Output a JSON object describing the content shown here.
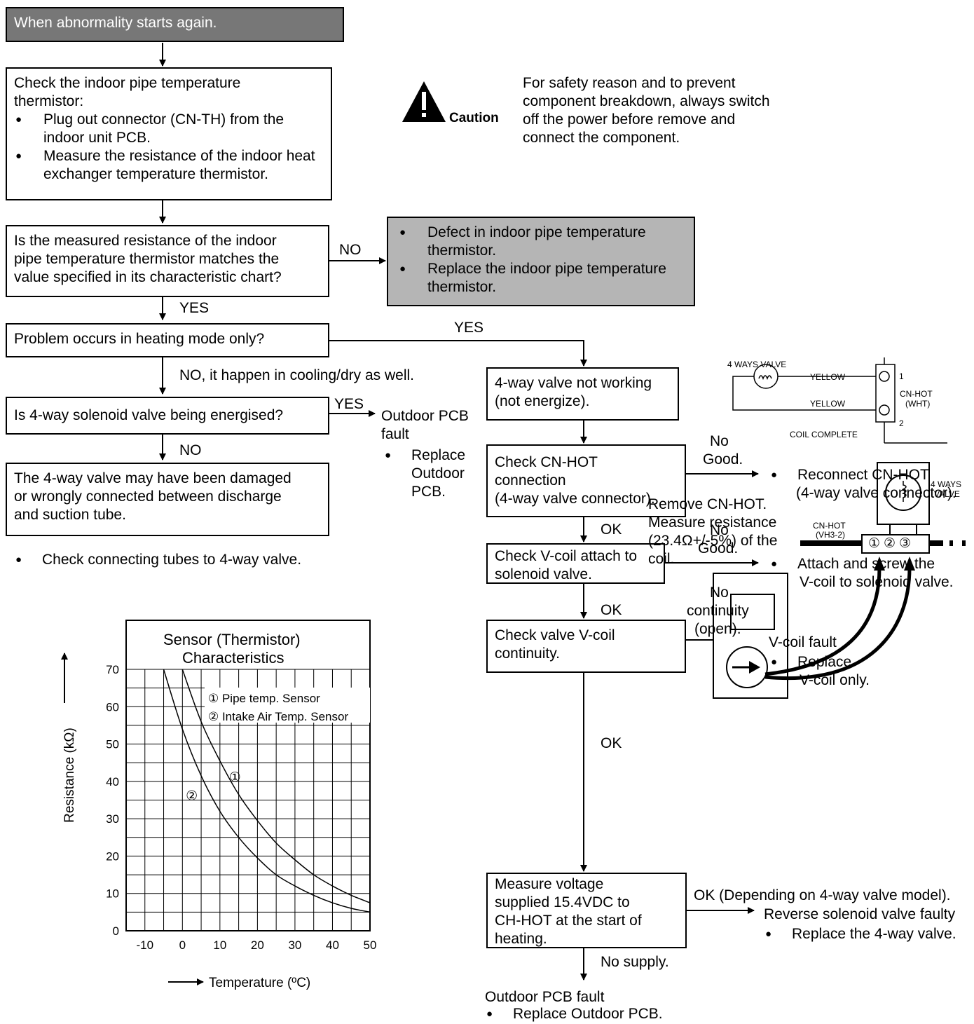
{
  "start": "When abnormality starts again.",
  "check_thermistor": {
    "title_l1": "Check the indoor pipe temperature",
    "title_l2": "thermistor:",
    "b1": "Plug out connector (CN-TH) from the indoor unit PCB.",
    "b2": "Measure the resistance of the indoor heat exchanger temperature thermistor."
  },
  "caution": {
    "label": "Caution",
    "l1": "For safety reason and to prevent",
    "l2": "component breakdown, always switch",
    "l3": "off the power before remove and",
    "l4": "connect the component."
  },
  "q_resistance": {
    "l1": "Is the measured resistance of the indoor",
    "l2": "pipe temperature thermistor matches the",
    "l3": "value specified in its characteristic chart?"
  },
  "defect_box": {
    "b1": "Defect in indoor pipe temperature thermistor.",
    "b2": "Replace the indoor pipe temperature thermistor."
  },
  "q_heating": "Problem occurs in heating mode only?",
  "q_energised": "Is 4-way solenoid valve being energised?",
  "damaged_box": {
    "l1": "The 4-way valve may have been damaged",
    "l2": "or wrongly connected between discharge",
    "l3": "and suction tube."
  },
  "check_tubes": "Check connecting tubes to 4-way valve.",
  "outdoor_fault_1": {
    "l1": "Outdoor PCB",
    "l2": "fault",
    "b1_l1": "Replace",
    "b1_l2": "Outdoor",
    "b1_l3": "PCB."
  },
  "labels": {
    "no": "NO",
    "yes": "YES",
    "no_cooling": "NO, it happen in cooling/dry as well.",
    "ok": "OK",
    "no_good_1": "No",
    "no_good_2": "Good.",
    "no_cont_1": "No",
    "no_cont_2": "continuity",
    "no_cont_3": "(open).",
    "no_supply": "No supply."
  },
  "valve_not_working": {
    "l1": "4-way valve not working",
    "l2": "(not energize)."
  },
  "check_cnhot": {
    "l1": "Check CN-HOT",
    "l2": "connection",
    "l3": "(4-way valve connector)."
  },
  "reconnect": {
    "l1": "Reconnect CN-HOT",
    "l2": "(4-way valve connector)."
  },
  "check_vcoil_attach": {
    "l1": "Check V-coil attach to",
    "l2": "solenoid valve."
  },
  "attach_screw": {
    "l1": "Attach and screw the",
    "l2": "V-coil to solenoid valve."
  },
  "check_continuity": {
    "l1": "Check valve V-coil",
    "l2": "continuity."
  },
  "vcoil_fault": {
    "l1": "V-coil fault",
    "b1_l1": "Replace",
    "b1_l2": "V-coil only."
  },
  "remove_cnhot": {
    "l1": "Remove CN-HOT.",
    "l2": "Measure resistance",
    "l3": "(23.4Ω+/-5%) of the",
    "l4": "coil."
  },
  "measure_voltage": {
    "l1": "Measure voltage",
    "l2": "supplied 15.4VDC to",
    "l3": "CH-HOT at the start of",
    "l4": "heating."
  },
  "ok_depending": "OK (Depending on 4-way valve model).",
  "reverse_faulty": "Reverse solenoid valve faulty",
  "replace_valve": "Replace the 4-way valve.",
  "outdoor_fault_2": {
    "l1": "Outdoor PCB fault",
    "b1": "Replace Outdoor PCB."
  },
  "wiring": {
    "valve": "4 WAYS VALVE",
    "yellow1": "YELLOW",
    "yellow2": "YELLOW",
    "pin1": "1",
    "pin2": "2",
    "cnhot": "CN-HOT",
    "wht": "(WHT)",
    "coil": "COIL COMPLETE"
  },
  "meter": {
    "valve_l1": "4 WAYS",
    "valve_l2": "VALVE",
    "cn_l1": "CN-HOT",
    "cn_l2": "(VH3-2)",
    "p1": "①",
    "p2": "②",
    "p3": "③"
  },
  "chart_data": {
    "type": "line",
    "title_l1": "Sensor (Thermistor)",
    "title_l2": "Characteristics",
    "xlabel": "Temperature (ºC)",
    "ylabel": "Resistance (kΩ)",
    "xlim": [
      -15,
      50
    ],
    "ylim": [
      0,
      70
    ],
    "x_ticks": [
      "-10",
      "0",
      "10",
      "20",
      "30",
      "40",
      "50"
    ],
    "y_ticks": [
      "0",
      "10",
      "20",
      "30",
      "40",
      "50",
      "60",
      "70"
    ],
    "legend": [
      "① Pipe temp. Sensor",
      "② Intake Air Temp. Sensor"
    ],
    "series": [
      {
        "name": "① Pipe temp. Sensor",
        "marker": "①",
        "x": [
          0,
          5,
          10,
          15,
          20,
          25,
          30,
          35,
          40,
          45,
          50
        ],
        "values": [
          70,
          56,
          45.5,
          36.5,
          29.5,
          23.5,
          19,
          15,
          12,
          9.5,
          7.5
        ]
      },
      {
        "name": "② Intake Air Temp. Sensor",
        "marker": "②",
        "x": [
          -5,
          0,
          5,
          10,
          15,
          20,
          25,
          30,
          35,
          40,
          45,
          50
        ],
        "values": [
          70,
          54,
          41.5,
          32,
          25,
          19.5,
          15,
          12,
          9.5,
          7.5,
          6,
          5
        ]
      }
    ],
    "grid": true
  }
}
